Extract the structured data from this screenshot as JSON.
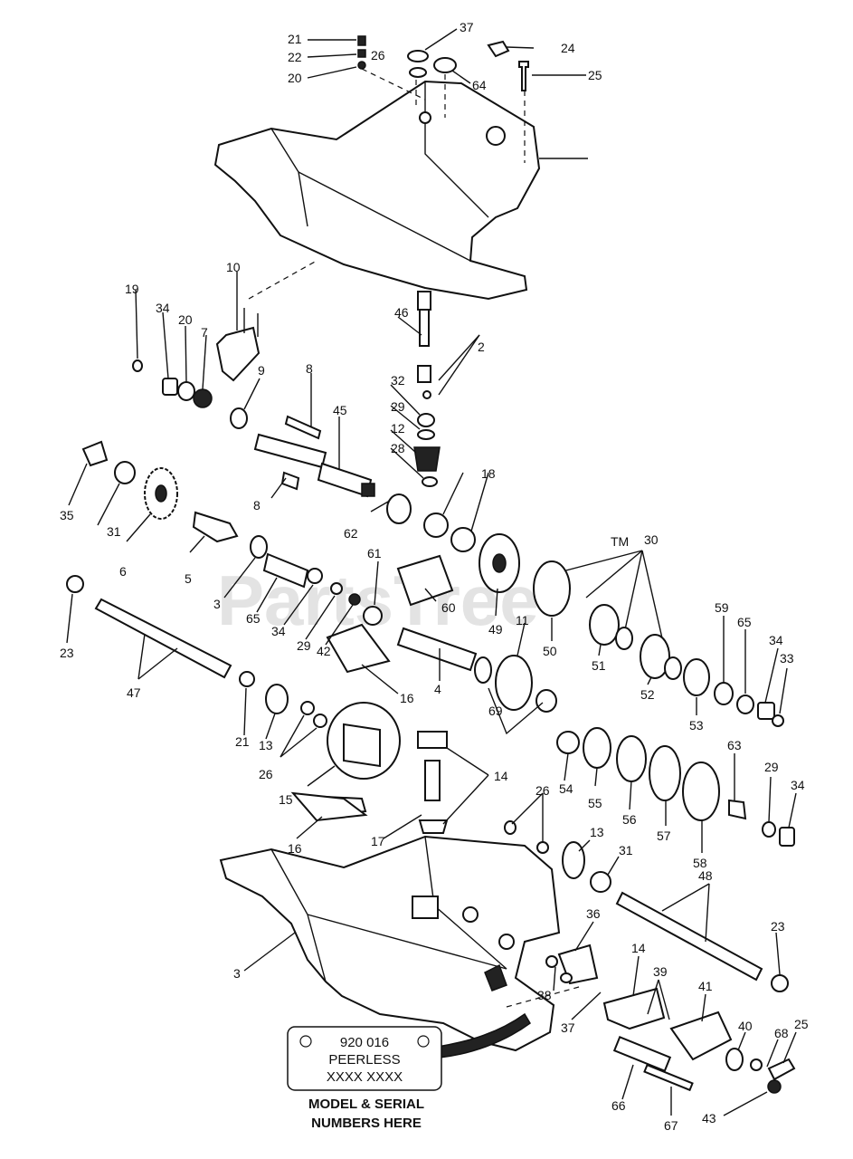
{
  "watermark": "PartsTree",
  "watermark_tm": "TM",
  "plate": {
    "line1": "920 016",
    "line2": "PEERLESS",
    "line3": "XXXX XXXX"
  },
  "caption": {
    "line1": "MODEL & SERIAL",
    "line2": "NUMBERS HERE"
  },
  "callouts": [
    {
      "id": "c-21a",
      "text": "21"
    },
    {
      "id": "c-22",
      "text": "22"
    },
    {
      "id": "c-20a",
      "text": "20"
    },
    {
      "id": "c-26a",
      "text": "26"
    },
    {
      "id": "c-37a",
      "text": "37"
    },
    {
      "id": "c-24",
      "text": "24"
    },
    {
      "id": "c-64",
      "text": "64"
    },
    {
      "id": "c-25a",
      "text": "25"
    },
    {
      "id": "c-10",
      "text": "10"
    },
    {
      "id": "c-19",
      "text": "19"
    },
    {
      "id": "c-34a",
      "text": "34"
    },
    {
      "id": "c-20b",
      "text": "20"
    },
    {
      "id": "c-7",
      "text": "7"
    },
    {
      "id": "c-9",
      "text": "9"
    },
    {
      "id": "c-8a",
      "text": "8"
    },
    {
      "id": "c-46",
      "text": "46"
    },
    {
      "id": "c-2",
      "text": "2"
    },
    {
      "id": "c-45",
      "text": "45"
    },
    {
      "id": "c-32",
      "text": "32"
    },
    {
      "id": "c-29a",
      "text": "29"
    },
    {
      "id": "c-12",
      "text": "12"
    },
    {
      "id": "c-28",
      "text": "28"
    },
    {
      "id": "c-35",
      "text": "35"
    },
    {
      "id": "c-31a",
      "text": "31"
    },
    {
      "id": "c-6",
      "text": "6"
    },
    {
      "id": "c-8b",
      "text": "8"
    },
    {
      "id": "c-5",
      "text": "5"
    },
    {
      "id": "c-62",
      "text": "62"
    },
    {
      "id": "c-18",
      "text": "18"
    },
    {
      "id": "c-30",
      "text": "30"
    },
    {
      "id": "c-23a",
      "text": "23"
    },
    {
      "id": "c-47",
      "text": "47"
    },
    {
      "id": "c-3a",
      "text": "3"
    },
    {
      "id": "c-65a",
      "text": "65"
    },
    {
      "id": "c-34b",
      "text": "34"
    },
    {
      "id": "c-29b",
      "text": "29"
    },
    {
      "id": "c-42",
      "text": "42"
    },
    {
      "id": "c-61",
      "text": "61"
    },
    {
      "id": "c-60",
      "text": "60"
    },
    {
      "id": "c-49",
      "text": "49"
    },
    {
      "id": "c-50",
      "text": "50"
    },
    {
      "id": "c-51",
      "text": "51"
    },
    {
      "id": "c-52",
      "text": "52"
    },
    {
      "id": "c-53",
      "text": "53"
    },
    {
      "id": "c-59",
      "text": "59"
    },
    {
      "id": "c-65b",
      "text": "65"
    },
    {
      "id": "c-34c",
      "text": "34"
    },
    {
      "id": "c-33",
      "text": "33"
    },
    {
      "id": "c-11",
      "text": "11"
    },
    {
      "id": "c-4",
      "text": "4"
    },
    {
      "id": "c-16a",
      "text": "16"
    },
    {
      "id": "c-69",
      "text": "69"
    },
    {
      "id": "c-21b",
      "text": "21"
    },
    {
      "id": "c-13a",
      "text": "13"
    },
    {
      "id": "c-26b",
      "text": "26"
    },
    {
      "id": "c-15",
      "text": "15"
    },
    {
      "id": "c-14a",
      "text": "14"
    },
    {
      "id": "c-54",
      "text": "54"
    },
    {
      "id": "c-55",
      "text": "55"
    },
    {
      "id": "c-56",
      "text": "56"
    },
    {
      "id": "c-57",
      "text": "57"
    },
    {
      "id": "c-58",
      "text": "58"
    },
    {
      "id": "c-63",
      "text": "63"
    },
    {
      "id": "c-29c",
      "text": "29"
    },
    {
      "id": "c-34d",
      "text": "34"
    },
    {
      "id": "c-16b",
      "text": "16"
    },
    {
      "id": "c-17",
      "text": "17"
    },
    {
      "id": "c-26c",
      "text": "26"
    },
    {
      "id": "c-13b",
      "text": "13"
    },
    {
      "id": "c-31b",
      "text": "31"
    },
    {
      "id": "c-48",
      "text": "48"
    },
    {
      "id": "c-3b",
      "text": "3"
    },
    {
      "id": "c-36",
      "text": "36"
    },
    {
      "id": "c-23b",
      "text": "23"
    },
    {
      "id": "c-14b",
      "text": "14"
    },
    {
      "id": "c-39",
      "text": "39"
    },
    {
      "id": "c-41",
      "text": "41"
    },
    {
      "id": "c-38",
      "text": "38"
    },
    {
      "id": "c-37b",
      "text": "37"
    },
    {
      "id": "c-40",
      "text": "40"
    },
    {
      "id": "c-68",
      "text": "68"
    },
    {
      "id": "c-25b",
      "text": "25"
    },
    {
      "id": "c-66",
      "text": "66"
    },
    {
      "id": "c-67",
      "text": "67"
    },
    {
      "id": "c-43",
      "text": "43"
    }
  ]
}
